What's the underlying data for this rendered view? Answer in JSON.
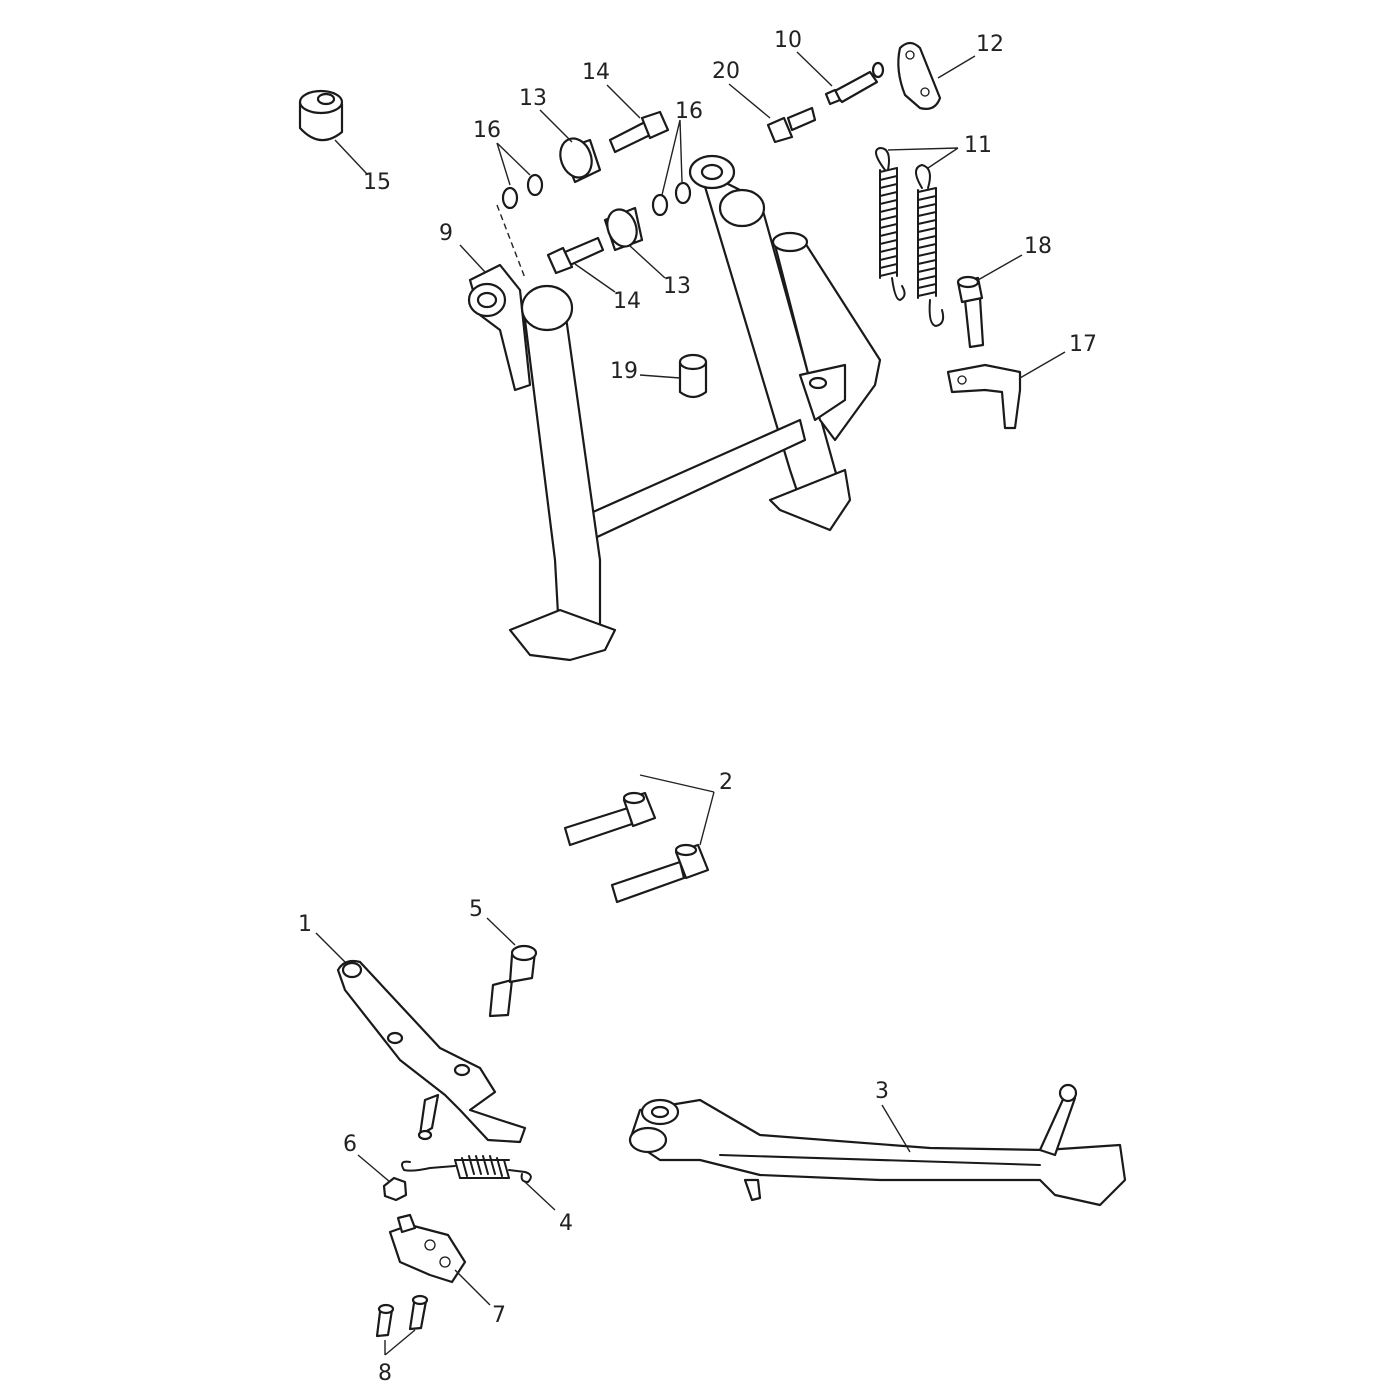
{
  "callouts": {
    "c1": "1",
    "c2": "2",
    "c3": "3",
    "c4": "4",
    "c5": "5",
    "c6": "6",
    "c7": "7",
    "c8": "8",
    "c9": "9",
    "c10": "10",
    "c11": "11",
    "c12": "12",
    "c13a": "13",
    "c13b": "13",
    "c14a": "14",
    "c14b": "14",
    "c15": "15",
    "c16a": "16",
    "c16b": "16",
    "c17": "17",
    "c18": "18",
    "c19": "19",
    "c20": "20"
  },
  "colors": {
    "line": "#1a1a1a",
    "background": "#ffffff",
    "shade": "#d4d4d4"
  }
}
